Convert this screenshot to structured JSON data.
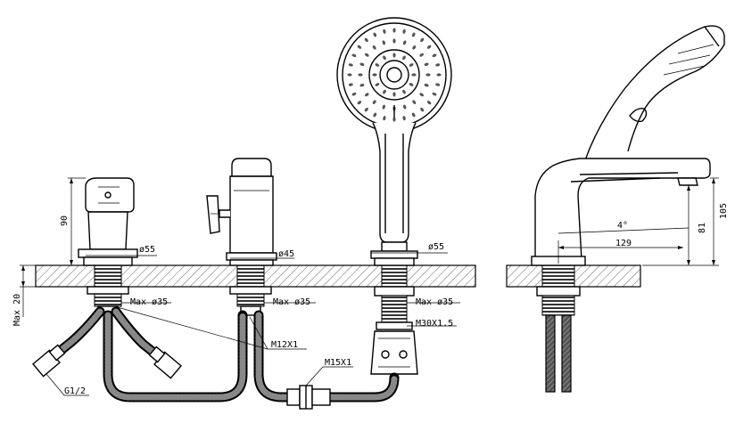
{
  "labels": {
    "height_90": "90",
    "dia_55_left": "ø55",
    "max_35_left": "Max ø35",
    "dia_45": "ø45",
    "max_35_mid": "Max ø35",
    "dia_55_right": "ø55",
    "max_35_right": "Max ø35",
    "m30": "M30X1.5",
    "m12": "M12X1",
    "m15": "M15X1",
    "g12": "G1/2",
    "max_20": "Max 20",
    "angle_4": "4°",
    "len_129": "129",
    "height_81": "81",
    "height_105": "105"
  }
}
